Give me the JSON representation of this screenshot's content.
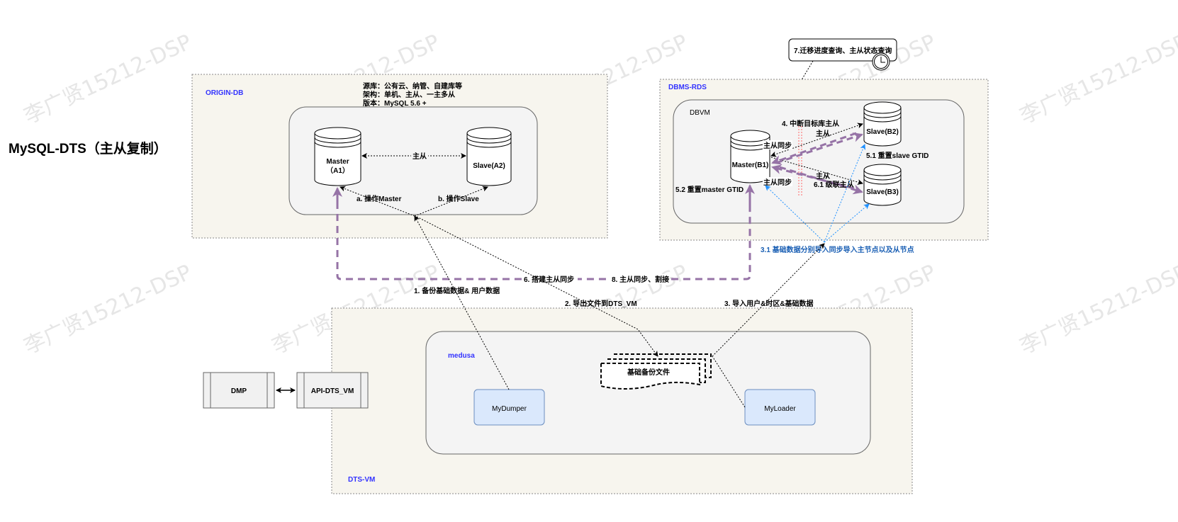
{
  "title": "MySQL-DTS（主从复制）",
  "watermark": "李广贤15212-DSP",
  "colors": {
    "zone_fill": "#f7f5ee",
    "inner_fill": "#f4f4f4",
    "zone_title": "#3333ff",
    "purple_arrow": "#9673a6",
    "blue_arrow": "#1e90ff",
    "red_line": "#ff6666",
    "tool_fill": "#dae8fc",
    "tool_stroke": "#6c8ebf"
  },
  "origin_db": {
    "zone_label": "ORIGIN-DB",
    "notes": [
      "源库：公有云、纳管、自建库等",
      "架构：单机、主从、一主多从",
      "版本：MySQL 5.6 +"
    ],
    "master": {
      "line1": "Master",
      "line2": "（A1）"
    },
    "slave": "Slave(A2)",
    "replication_label": "主从",
    "op_master": "a. 操作Master",
    "op_slave": "b. 操作Slave"
  },
  "dbms_rds": {
    "zone_label": "DBMS-RDS",
    "inner_label": "DBVM",
    "master": "Master(B1)",
    "slave_b2": "Slave(B2)",
    "slave_b3": "Slave(B3)",
    "step4": "4. 中断目标库主从",
    "sync_top": "主从同步",
    "sync_bottom": "主从同步",
    "rep_b2": "主从",
    "rep_b3": "主从",
    "step51": "5.1 重置slave GTID",
    "step52": "5.2 重置master GTID",
    "step61": "6.1 级联主从"
  },
  "monitor": {
    "label": "7.迁移进度查询、主从状态查询",
    "icon": "clock-icon"
  },
  "dts_vm": {
    "zone_label": "DTS-VM",
    "inner_label": "medusa",
    "dumper": "MyDumper",
    "loader": "MyLoader",
    "backup_files": "基础备份文件"
  },
  "external": {
    "dmp": "DMP",
    "api": "API-DTS_VM"
  },
  "steps": {
    "s1": "1. 备份基础数据& 用户数据",
    "s2": "2. 导出文件到DTS_VM",
    "s3": "3. 导入用户&时区&基础数据",
    "s31": "3.1 基础数据分别导入同步导入主节点以及从节点",
    "s6": "6. 搭建主从同步",
    "s8": "8. 主从同步、割接"
  }
}
